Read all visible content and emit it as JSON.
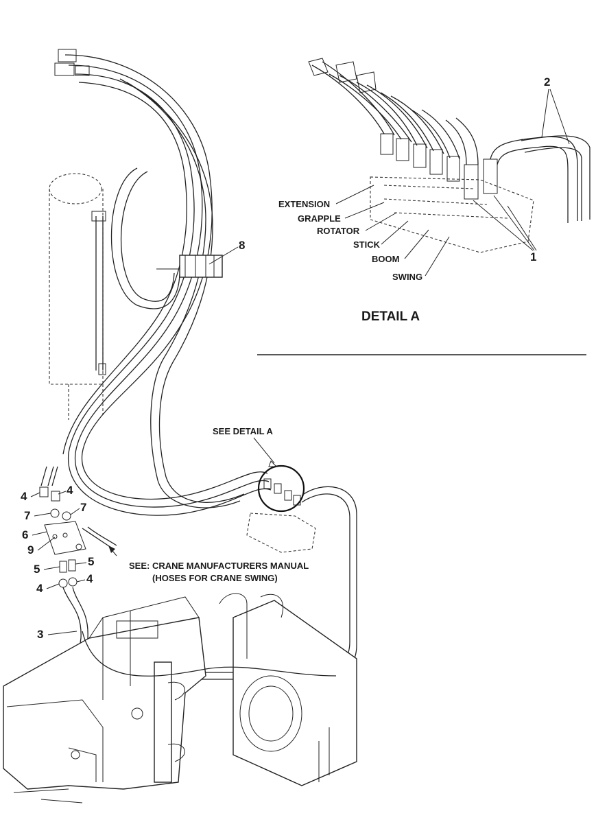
{
  "detail_a": {
    "title": "DETAIL A",
    "labels": {
      "extension": "EXTENSION",
      "grapple": "GRAPPLE",
      "rotator": "ROTATOR",
      "stick": "STICK",
      "boom": "BOOM",
      "swing": "SWING"
    },
    "callouts": {
      "fittings": "1",
      "hoses": "2"
    }
  },
  "main": {
    "see_detail": "SEE DETAIL A",
    "note_line1": "SEE: CRANE MANUFACTURERS MANUAL",
    "note_line2": "(HOSES FOR CRANE SWING)",
    "callouts": {
      "c3": "3",
      "c4a": "4",
      "c4b": "4",
      "c4c": "4",
      "c4d": "4",
      "c5a": "5",
      "c5b": "5",
      "c6": "6",
      "c7a": "7",
      "c7b": "7",
      "c8": "8",
      "c9": "9"
    }
  }
}
